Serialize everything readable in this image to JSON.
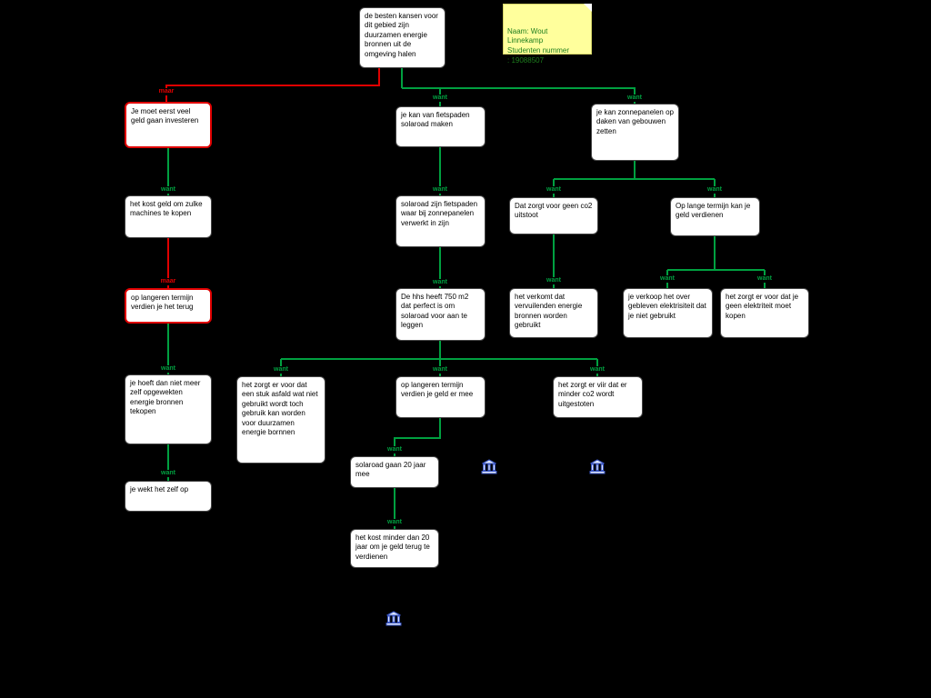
{
  "note": {
    "text": "Naam: Wout\nLinnekamp\nStudenten nummer\n: 19088507"
  },
  "colors": {
    "background": "#000000",
    "box_background": "#ffffff",
    "supporting_line": "#00a040",
    "opposing_line": "#e00000",
    "opposing_border": "#e00000",
    "note_background": "#ffff9c",
    "note_text": "#1e7e1e",
    "icon_blue": "#3a56c4"
  },
  "nodes": [
    {
      "text": "de besten kansen voor dit gebied zijn duurzamen energie bronnen uit de omgeving halen",
      "kind": "main"
    },
    {
      "text": "Je moet eerst veel geld gaan investeren",
      "kind": "opposing"
    },
    {
      "text": "het kost geld om zulke machines te kopen",
      "kind": "supporting"
    },
    {
      "text": "op langeren termijn verdien je het terug",
      "kind": "opposing"
    },
    {
      "text": "je hoeft dan niet meer zelf opgewekten energie bronnen tekopen",
      "kind": "supporting"
    },
    {
      "text": "je wekt het zelf op",
      "kind": "supporting"
    },
    {
      "text": "je kan van fietspaden solaroad maken",
      "kind": "supporting"
    },
    {
      "text": "solaroad zijn fietspaden waar bij zonnepanelen verwerkt in zijn",
      "kind": "supporting"
    },
    {
      "text": "De hhs heeft 750 m2 dat perfect is om solaroad voor aan te leggen",
      "kind": "supporting"
    },
    {
      "text": "het zorgt er voor dat een stuk asfald wat niet gebruikt wordt toch gebruik kan worden voor duurzamen energie bornnen",
      "kind": "supporting"
    },
    {
      "text": "op langeren termijn verdien je geld er mee",
      "kind": "supporting"
    },
    {
      "text": "het zorgt er viir dat er minder co2 wordt uitgestoten",
      "kind": "supporting"
    },
    {
      "text": "solaroad gaan 20 jaar mee",
      "kind": "supporting"
    },
    {
      "text": "het kost minder dan 20 jaar om je geld terug te verdienen",
      "kind": "supporting"
    },
    {
      "text": "je kan zonnepanelen op daken van gebouwen zetten",
      "kind": "supporting"
    },
    {
      "text": "Dat zorgt voor geen co2 uitstoot",
      "kind": "supporting"
    },
    {
      "text": "Op lange termijn kan je geld verdienen",
      "kind": "supporting"
    },
    {
      "text": "het verkomt dat vervuilenden energie bronnen worden gebruikt",
      "kind": "supporting"
    },
    {
      "text": "je verkoop het over gebleven elektrisiteit dat je niet gebruikt",
      "kind": "supporting"
    },
    {
      "text": "het zorgt er voor dat je geen elektriteit moet kopen",
      "kind": "supporting"
    }
  ],
  "edges": [
    {
      "from": 0,
      "to": 1,
      "label": "maar"
    },
    {
      "from": 0,
      "to": 6,
      "label": "want"
    },
    {
      "from": 0,
      "to": 14,
      "label": "want"
    },
    {
      "from": 1,
      "to": 2,
      "label": "want"
    },
    {
      "from": 2,
      "to": 3,
      "label": "maar"
    },
    {
      "from": 3,
      "to": 4,
      "label": "want"
    },
    {
      "from": 4,
      "to": 5,
      "label": "want"
    },
    {
      "from": 6,
      "to": 7,
      "label": "want"
    },
    {
      "from": 7,
      "to": 8,
      "label": "want"
    },
    {
      "from": 8,
      "to": 9,
      "label": "want"
    },
    {
      "from": 8,
      "to": 10,
      "label": "want"
    },
    {
      "from": 8,
      "to": 11,
      "label": "want"
    },
    {
      "from": 10,
      "to": 12,
      "label": "want"
    },
    {
      "from": 12,
      "to": 13,
      "label": "want"
    },
    {
      "from": 14,
      "to": 15,
      "label": "want"
    },
    {
      "from": 14,
      "to": 16,
      "label": "want"
    },
    {
      "from": 15,
      "to": 17,
      "label": "want"
    },
    {
      "from": 16,
      "to": 18,
      "label": "want"
    },
    {
      "from": 16,
      "to": 19,
      "label": "want"
    }
  ],
  "icons": [
    {
      "name": "building-icon"
    },
    {
      "name": "building-icon"
    },
    {
      "name": "building-icon"
    }
  ]
}
